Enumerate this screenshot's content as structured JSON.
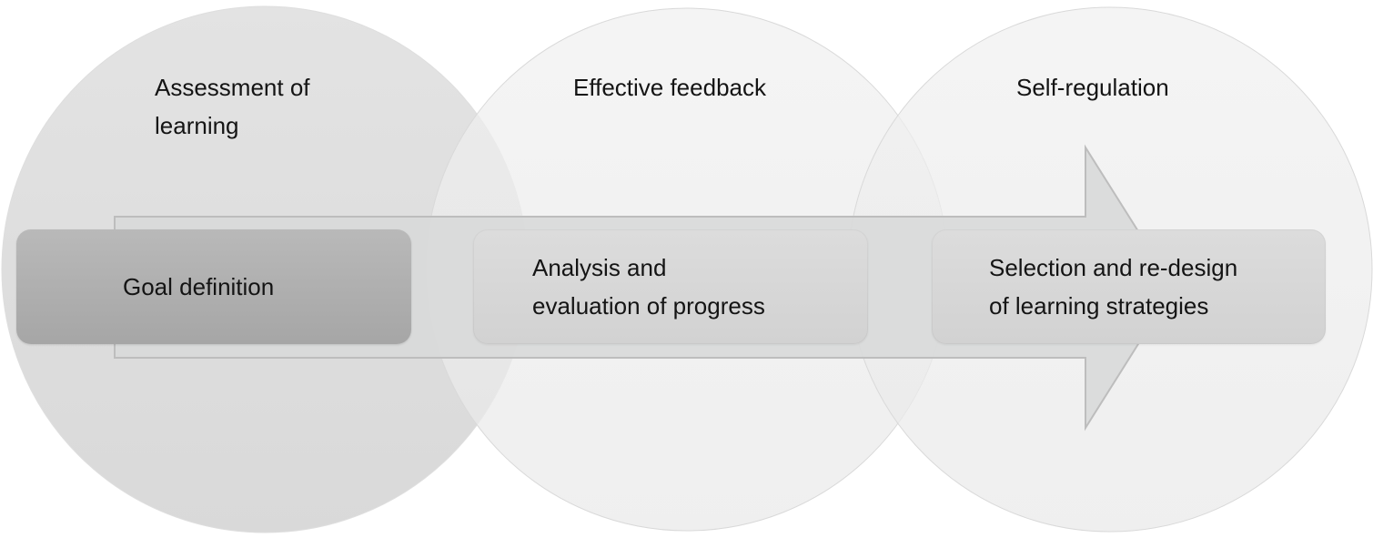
{
  "diagram": {
    "circles": [
      {
        "title": "Assessment of\nlearning",
        "fill": "#e0e0e0"
      },
      {
        "title": "Effective feedback",
        "fill": "#efefef"
      },
      {
        "title": "Self-regulation",
        "fill": "#efefef"
      }
    ],
    "arrow": {
      "fill": "#d8d9d9",
      "stroke": "#bdbdbd",
      "direction": "right"
    },
    "steps": [
      {
        "label": "Goal definition",
        "style": "dark",
        "fill": "#b0b0b0"
      },
      {
        "label": "Analysis and\nevaluation of progress",
        "style": "light",
        "fill": "#d7d7d7"
      },
      {
        "label": "Selection and re-design\nof learning strategies",
        "style": "light",
        "fill": "#d7d7d7"
      }
    ]
  }
}
